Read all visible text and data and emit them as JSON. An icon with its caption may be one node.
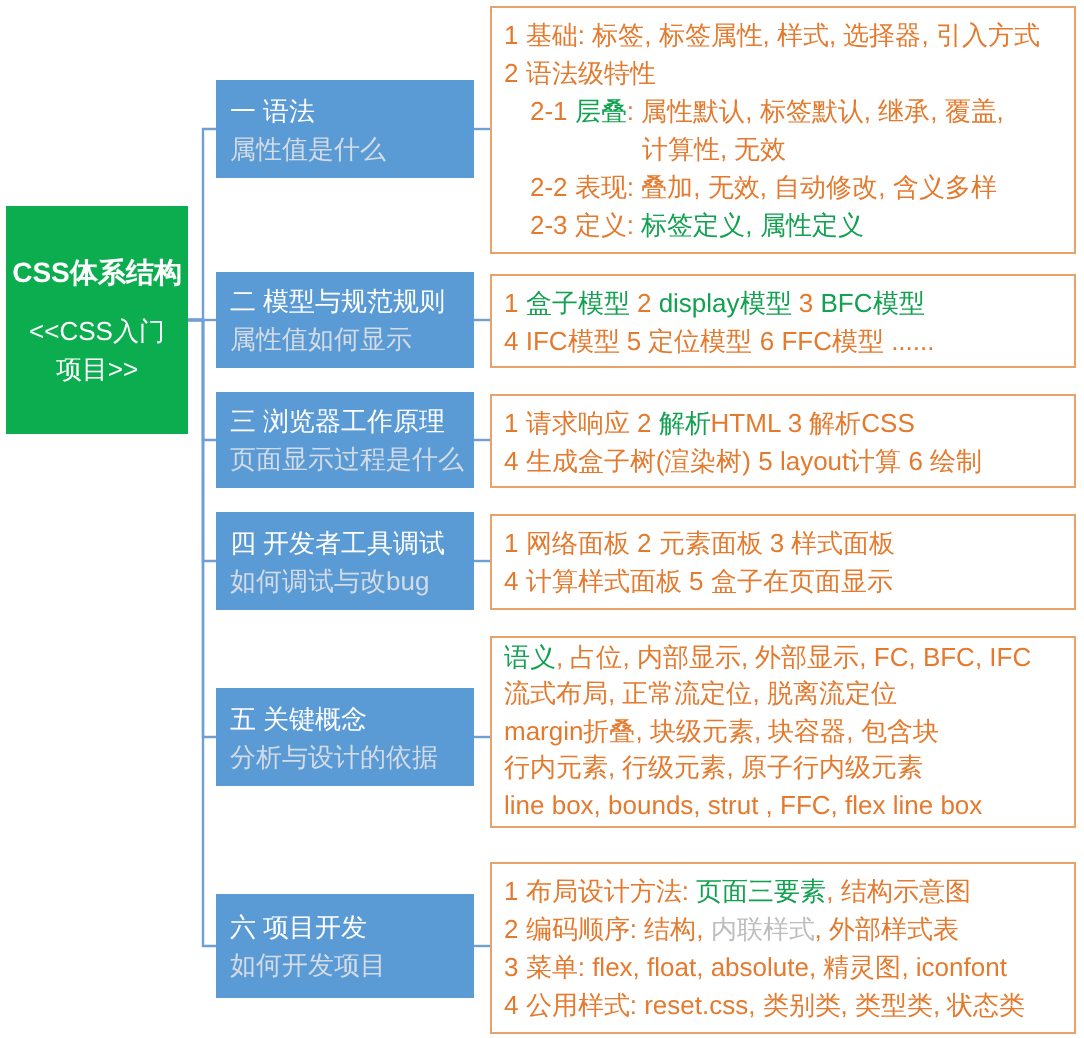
{
  "diagram": {
    "nodes": [
      {
        "text": [
          "CSS体系结构",
          "<<CSS入门项目>>"
        ]
      },
      {
        "text": [
          "一 语法",
          "属性值是什么"
        ]
      },
      {
        "text": [
          "1 基础: 标签, 标签属性, 样式, 选择器, 引入方式",
          "2 语法级特性",
          "2-1 层叠: 属性默认, 标签默认, 继承, 覆盖, 计算性, 无效",
          "2-2 表现: 叠加, 无效, 自动修改, 含义多样",
          "2-3 定义: 标签定义, 属性定义"
        ]
      },
      {
        "text": [
          "二 模型与规范规则",
          "属性值如何显示"
        ]
      },
      {
        "text": [
          "1 盒子模型 2 display模型 3 BFC模型",
          "4 IFC模型 5 定位模型 6 FFC模型 ......"
        ]
      },
      {
        "text": [
          "三 浏览器工作原理",
          "页面显示过程是什么"
        ]
      },
      {
        "text": [
          "1 请求响应 2 解析HTML 3 解析CSS",
          "4 生成盒子树(渲染树) 5 layout计算 6 绘制"
        ]
      },
      {
        "text": [
          "四 开发者工具调试",
          "如何调试与改bug"
        ]
      },
      {
        "text": [
          "1 网络面板 2 元素面板 3 样式面板",
          "4 计算样式面板 5 盒子在页面显示"
        ]
      },
      {
        "text": [
          "五 关键概念",
          "分析与设计的依据"
        ]
      },
      {
        "text": [
          "语义, 占位, 内部显示, 外部显示, FC, BFC, IFC",
          "流式布局, 正常流定位, 脱离流定位",
          "margin折叠, 块级元素, 块容器, 包含块",
          "行内元素, 行级元素, 原子行内级元素",
          "line box, bounds, strut , FFC, flex line box"
        ]
      },
      {
        "text": [
          "六 项目开发",
          "如何开发项目"
        ]
      },
      {
        "text": [
          "1 布局设计方法: 页面三要素, 结构示意图",
          "2 编码顺序: 结构, 内联样式, 外部样式表",
          "3 菜单: flex, float, absolute, 精灵图, iconfont",
          "4 公用样式: reset.css, 类别类, 类型类, 状态类"
        ]
      }
    ],
    "edges": [
      {
        "from": 0,
        "to": 1,
        "arrow": "none"
      },
      {
        "from": 0,
        "to": 3,
        "arrow": "none"
      },
      {
        "from": 0,
        "to": 5,
        "arrow": "none"
      },
      {
        "from": 0,
        "to": 7,
        "arrow": "none"
      },
      {
        "from": 0,
        "to": 9,
        "arrow": "none"
      },
      {
        "from": 0,
        "to": 11,
        "arrow": "none"
      },
      {
        "from": 1,
        "to": 2,
        "arrow": "none"
      },
      {
        "from": 3,
        "to": 4,
        "arrow": "none"
      },
      {
        "from": 5,
        "to": 6,
        "arrow": "none"
      },
      {
        "from": 7,
        "to": 8,
        "arrow": "none"
      },
      {
        "from": 9,
        "to": 10,
        "arrow": "none"
      },
      {
        "from": 11,
        "to": 12,
        "arrow": "none"
      }
    ]
  }
}
